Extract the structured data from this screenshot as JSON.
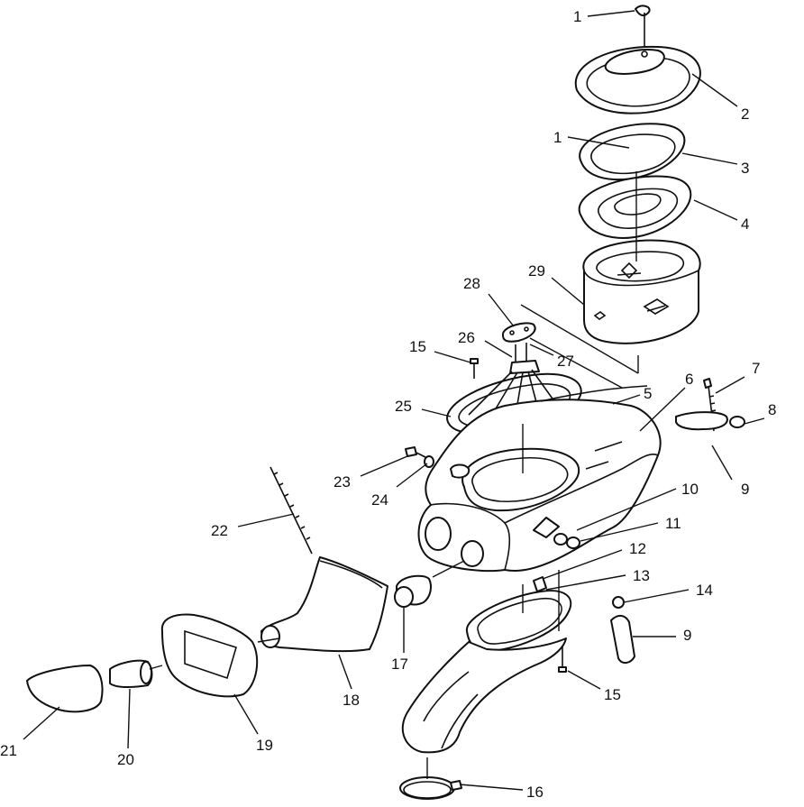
{
  "callouts": [
    {
      "id": "c1a",
      "text": "1"
    },
    {
      "id": "c2",
      "text": "2"
    },
    {
      "id": "c1b",
      "text": "1"
    },
    {
      "id": "c3",
      "text": "3"
    },
    {
      "id": "c4",
      "text": "4"
    },
    {
      "id": "c28",
      "text": "28"
    },
    {
      "id": "c29",
      "text": "29"
    },
    {
      "id": "c26",
      "text": "26"
    },
    {
      "id": "c15a",
      "text": "15"
    },
    {
      "id": "c27",
      "text": "27"
    },
    {
      "id": "c5",
      "text": "5"
    },
    {
      "id": "c6",
      "text": "6"
    },
    {
      "id": "c7",
      "text": "7"
    },
    {
      "id": "c25",
      "text": "25"
    },
    {
      "id": "c8",
      "text": "8"
    },
    {
      "id": "c23",
      "text": "23"
    },
    {
      "id": "c9a",
      "text": "9"
    },
    {
      "id": "c24",
      "text": "24"
    },
    {
      "id": "c10",
      "text": "10"
    },
    {
      "id": "c22",
      "text": "22"
    },
    {
      "id": "c11",
      "text": "11"
    },
    {
      "id": "c12",
      "text": "12"
    },
    {
      "id": "c13",
      "text": "13"
    },
    {
      "id": "c14",
      "text": "14"
    },
    {
      "id": "c9b",
      "text": "9"
    },
    {
      "id": "c17",
      "text": "17"
    },
    {
      "id": "c18",
      "text": "18"
    },
    {
      "id": "c15b",
      "text": "15"
    },
    {
      "id": "c21",
      "text": "21"
    },
    {
      "id": "c20",
      "text": "20"
    },
    {
      "id": "c19",
      "text": "19"
    },
    {
      "id": "c16",
      "text": "16"
    }
  ]
}
